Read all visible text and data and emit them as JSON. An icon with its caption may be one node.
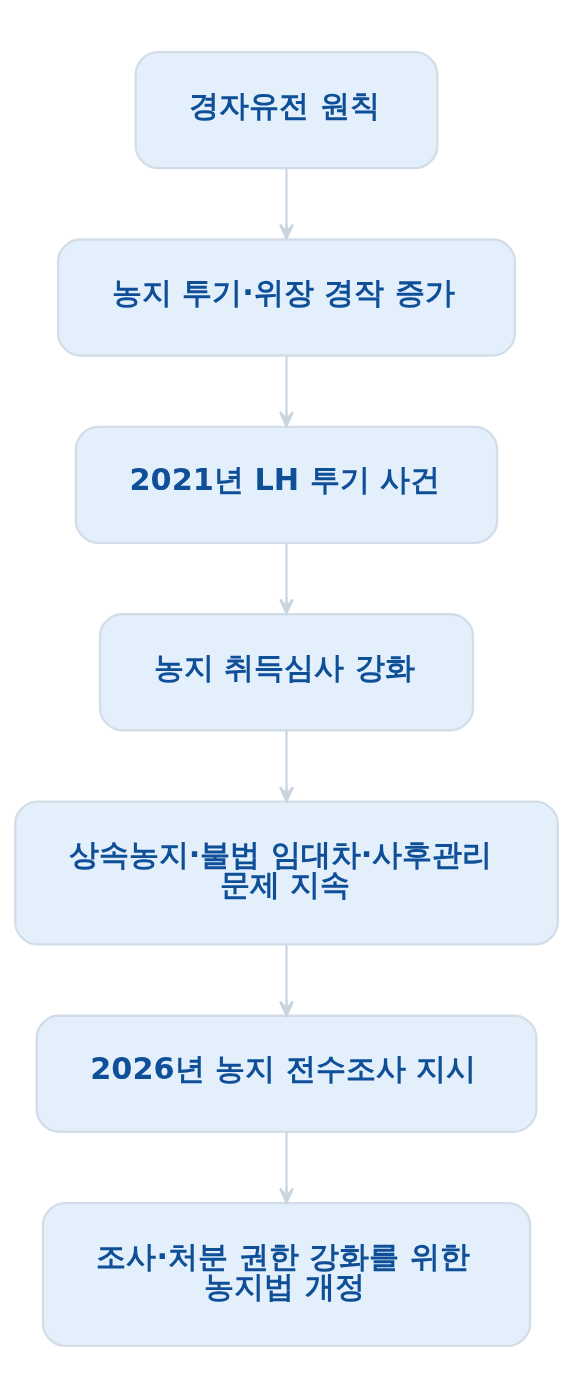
{
  "diagram": {
    "nodes": [
      {
        "text": [
          "경자유전 원칙"
        ]
      },
      {
        "text": [
          "농지 투기·위장 경작 증가"
        ]
      },
      {
        "text": [
          "2021년 LH 투기 사건"
        ]
      },
      {
        "text": [
          "농지 취득심사 강화"
        ]
      },
      {
        "text": [
          "상속농지·불법 임대차·사후관리 문제 지속"
        ]
      },
      {
        "text": [
          "2026년 농지 전수조사 지시"
        ]
      },
      {
        "text": [
          "조사·처분 권한 강화를 위한 농지법 개정"
        ]
      }
    ],
    "edges": [
      {
        "from": 0,
        "to": 1,
        "arrow": "to"
      },
      {
        "from": 1,
        "to": 2,
        "arrow": "to"
      },
      {
        "from": 2,
        "to": 3,
        "arrow": "to"
      },
      {
        "from": 3,
        "to": 4,
        "arrow": "to"
      },
      {
        "from": 4,
        "to": 5,
        "arrow": "to"
      },
      {
        "from": 5,
        "to": 6,
        "arrow": "to"
      }
    ]
  }
}
